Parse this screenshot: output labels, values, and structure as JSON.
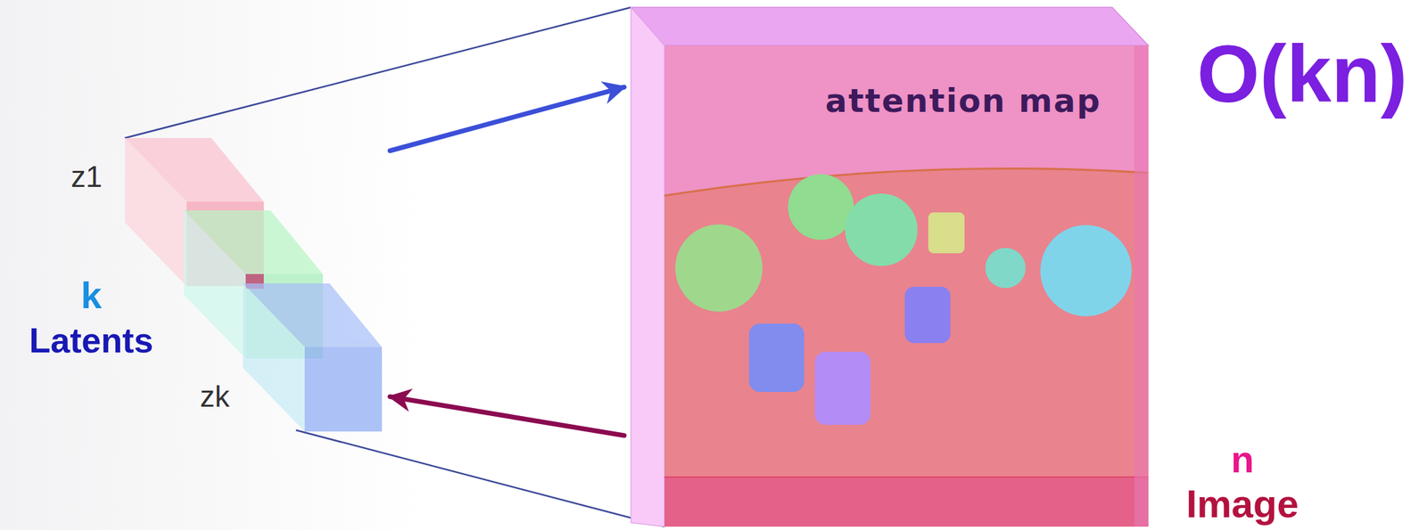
{
  "diagram": {
    "nodes": [
      {
        "text": [
          "k",
          "Latents"
        ]
      },
      {
        "text": [
          "attention map"
        ]
      }
    ],
    "edges": [
      {
        "from": 0,
        "to": 1,
        "arrow": "to"
      },
      {
        "from": 1,
        "to": 0,
        "arrow": "to"
      }
    ],
    "labels": [
      "z1",
      "zk",
      "O(kn)",
      "n",
      "Image"
    ]
  }
}
